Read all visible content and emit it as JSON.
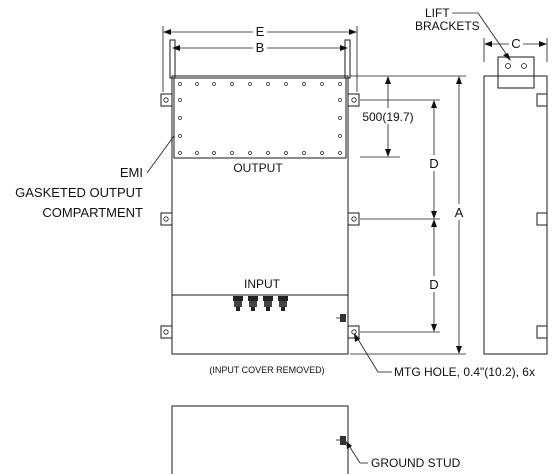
{
  "labels": {
    "lift_brackets_line1": "LIFT",
    "lift_brackets_line2": "BRACKETS",
    "emi_line1": "EMI",
    "emi_line2": "GASKETED OUTPUT",
    "emi_line3": "COMPARTMENT",
    "output": "OUTPUT",
    "input": "INPUT",
    "input_cover_removed": "(INPUT COVER REMOVED)",
    "mtg_hole": "MTG HOLE, 0.4\"(10.2), 6x",
    "ground_stud": "GROUND STUD"
  },
  "dimensions": {
    "E": "E",
    "B": "B",
    "C": "C",
    "A": "A",
    "D_upper": "D",
    "D_lower": "D",
    "offset": "500(19.7)"
  }
}
